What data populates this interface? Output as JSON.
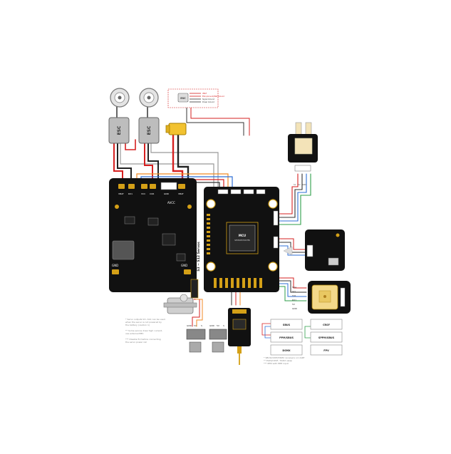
{
  "esc": {
    "label": "ESC"
  },
  "legend": {
    "esc_label": "ESC",
    "lines": [
      "VBAT",
      "ESC-(Ground)/Bat-Ground",
      "Signal Ground",
      "Power Ground"
    ]
  },
  "pdb": {
    "gnd_left": "GND",
    "gnd_right": "GND",
    "pad_labels": [
      "VBAT",
      "RX1",
      "VCC",
      "CUR",
      "GND",
      "VBAT"
    ],
    "gear_label": "AVCC"
  },
  "fc": {
    "mcu_label": "MCU",
    "mcu_part": "STM32H743VIT6"
  },
  "servo": {
    "label": "S3 ~ S12 Servos"
  },
  "receiver": {
    "pins": [
      "GND",
      "5V",
      "S"
    ]
  },
  "gps": {
    "pins": [
      "SDA",
      "SCL",
      "TX1",
      "RX1",
      "5V",
      "GND"
    ]
  },
  "telemetry_small": {
    "pins": [
      "S1",
      "5V",
      "GND"
    ]
  },
  "modules": [
    {
      "name": "SBUS"
    },
    {
      "name": "CRSF"
    },
    {
      "name": "PPM/SBUS"
    },
    {
      "name": "SPPM/SBUS"
    },
    {
      "name": "DSMX"
    },
    {
      "name": "FPV"
    }
  ],
  "notes_left": [
    "* Servo outputs S3~S12 can be used",
    "  when the servo is not powered by",
    "  the battery (caution 1)",
    "",
    "** Some servos draw high current,",
    "   use external BEC",
    "",
    "*** Disable 5V before connecting",
    "    the servo power rail"
  ],
  "notes_right": [
    "* SBUS/CRSF/DSMX receivers on UART",
    "** ELRS/CRSF, TX/RX swap",
    "*** PPM with PPM input"
  ],
  "colors": {
    "board": "#111111",
    "pad": "#d4a017",
    "red": "#d62020",
    "black": "#222222",
    "white": "#bbbbbb",
    "orange": "#f08a24",
    "blue": "#2f6fd6",
    "green": "#2e9e4a",
    "yellow": "#f2c230"
  }
}
